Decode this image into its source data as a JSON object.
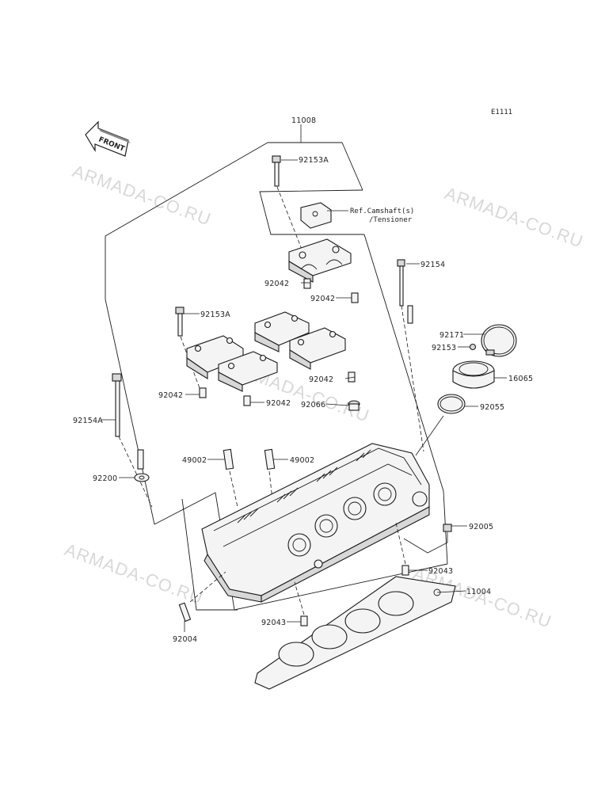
{
  "diagram_code": "E1111",
  "front_label": "FRONT",
  "watermark": "ARMADA-CO.RU",
  "callouts": {
    "p11008": "11008",
    "p92153A_top": "92153A",
    "ref_line1": "Ref.Camshaft(s)",
    "ref_line2": "/Tensioner",
    "p92154": "92154",
    "p92042_a": "92042",
    "p92042_b": "92042",
    "p92153A_mid": "92153A",
    "p92171": "92171",
    "p92153": "92153",
    "p16065": "16065",
    "p92042_c": "92042",
    "p92042_d": "92042",
    "p92042_e": "92042",
    "p92066": "92066",
    "p92055": "92055",
    "p92154A": "92154A",
    "p49002_a": "49002",
    "p49002_b": "49002",
    "p92200": "92200",
    "p92005": "92005",
    "p92043_a": "92043",
    "p11004": "11004",
    "p92043_b": "92043",
    "p92004": "92004"
  }
}
